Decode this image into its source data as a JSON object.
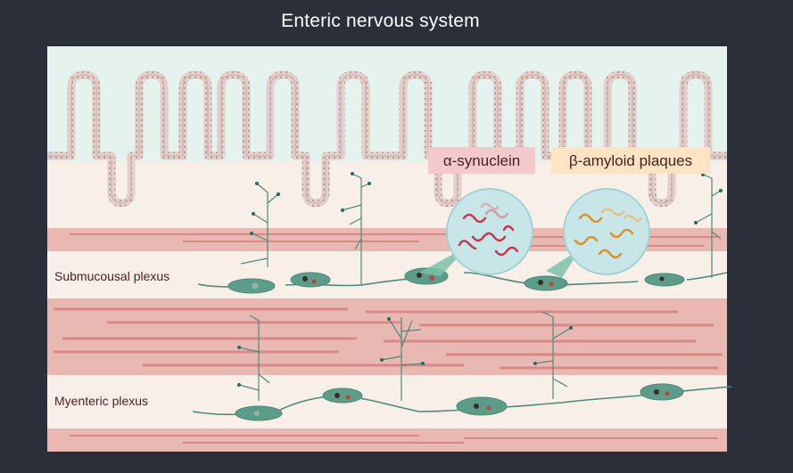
{
  "title": "Enteric nervous system",
  "labels": {
    "submucosal": "Submucousal plexus",
    "myenteric": "Myenteric plexus"
  },
  "callouts": {
    "alpha": "α-synuclein",
    "beta": "β-amyloid plaques"
  },
  "colors": {
    "background": "#2a2f3a",
    "lumen": "#e6f2ee",
    "submucosa": "#f7efe8",
    "muscle": "#e9b8b2",
    "muscle_fiber": "#d98a86",
    "neuron": "#5e9c8a",
    "alpha_callout_bg": "#f4c9cb",
    "beta_callout_bg": "#fbe3c4",
    "alpha_protein": "#c7384c",
    "beta_protein": "#d9922f"
  }
}
